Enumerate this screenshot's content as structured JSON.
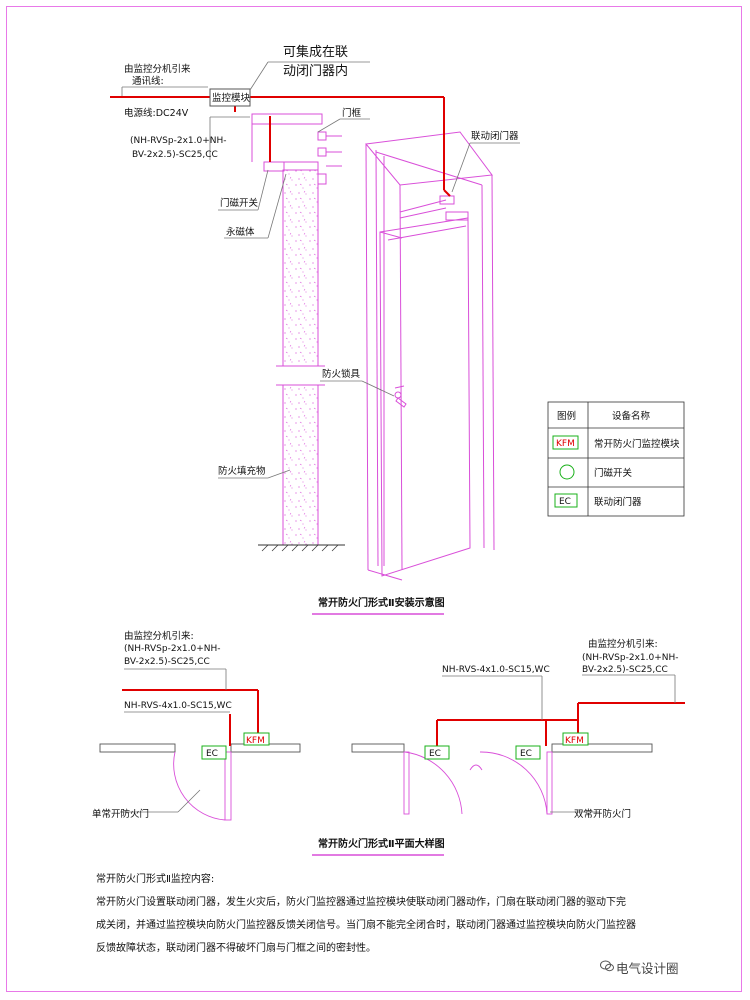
{
  "elevation": {
    "note_source_line1": "由监控分机引来",
    "note_source_line2": "通讯线:",
    "note_integrated_line1": "可集成在联",
    "note_integrated_line2": "动闭门器内",
    "monitor_module": "监控模块",
    "power_line": "电源线:DC24V",
    "cable_spec_line1": "(NH-RVSp-2x1.0+NH-",
    "cable_spec_line2": "BV-2x2.5)-SC25,CC",
    "door_frame": "门框",
    "linked_closer": "联动闭门器",
    "magnetic_switch": "门磁开关",
    "permanent_magnet": "永磁体",
    "fire_lock": "防火锁具",
    "fire_filler": "防火填充物",
    "title": "常开防火门形式Ⅱ安装示意图"
  },
  "legend": {
    "header_symbol": "图例",
    "header_name": "设备名称",
    "rows": [
      {
        "symbol": "KFM",
        "name": "常开防火门监控模块"
      },
      {
        "symbol": "",
        "name": "门磁开关"
      },
      {
        "symbol": "EC",
        "name": "联动闭门器"
      }
    ]
  },
  "plan": {
    "left_source_line1": "由监控分机引来:",
    "left_source_line2": "(NH-RVSp-2x1.0+NH-",
    "left_source_line3": "BV-2x2.5)-SC25,CC",
    "left_wire": "NH-RVS-4x1.0-SC15,WC",
    "mid_wire": "NH-RVS-4x1.0-SC15,WC",
    "right_source_line1": "由监控分机引来:",
    "right_source_line2": "(NH-RVSp-2x1.0+NH-",
    "right_source_line3": "BV-2x2.5)-SC25,CC",
    "ec_label": "EC",
    "kfm_label": "KFM",
    "single_door": "单常开防火门",
    "double_door": "双常开防火门",
    "title": "常开防火门形式Ⅱ平面大样图"
  },
  "description": {
    "heading": "常开防火门形式Ⅱ监控内容:",
    "line1": "常开防火门设置联动闭门器，发生火灾后，防火门监控器通过监控模块使联动闭门器动作，门扇在联动闭门器的驱动下完",
    "line2": "成关闭，并通过监控模块向防火门监控器反馈关闭信号。当门扇不能完全闭合时，联动闭门器通过监控模块向防火门监控器",
    "line3": "反馈故障状态，联动闭门器不得破坏门扇与门框之间的密封性。"
  },
  "watermark": "电气设计圈",
  "colors": {
    "wire": "#e00000",
    "drawing": "#d94fd9",
    "symbol_green": "#19b019",
    "symbol_red": "#e00000"
  }
}
